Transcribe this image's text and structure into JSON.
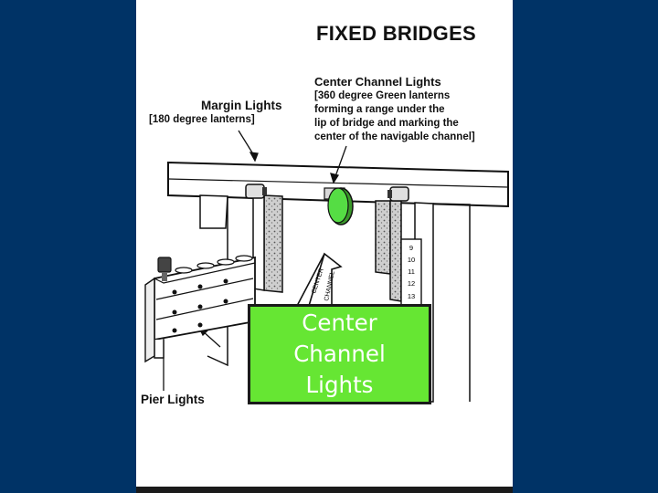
{
  "title": "FIXED BRIDGES",
  "center_label": {
    "heading": "Center Channel Lights",
    "lines": [
      "[360 degree Green lanterns",
      "forming a range under the",
      "lip of bridge and marking the",
      "center of the navigable channel]"
    ]
  },
  "margin_label": {
    "heading": "Margin Lights",
    "sub": "[180 degree lanterns]"
  },
  "pier_label": "Pier Lights",
  "arrow_text": [
    "CENTER",
    "CHANNEL"
  ],
  "gauge_numbers": [
    "9",
    "10",
    "11",
    "12",
    "13"
  ],
  "callout": "Center\nChannel\nLights",
  "colors": {
    "background": "#003366",
    "panel": "#ffffff",
    "callout_fill": "#66e633",
    "green_lantern": "#55dd44"
  }
}
